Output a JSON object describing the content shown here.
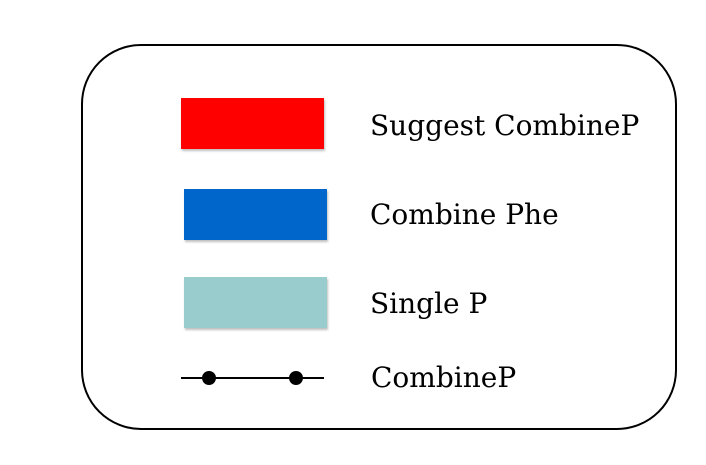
{
  "legend": {
    "items": [
      {
        "label": "Suggest CombineP",
        "swatch": "rect",
        "color": "#ff0000"
      },
      {
        "label": "Combine Phe",
        "swatch": "rect",
        "color": "#0066cc"
      },
      {
        "label": "Single P",
        "swatch": "rect",
        "color": "#99cccc"
      },
      {
        "label": "CombineP",
        "swatch": "line-with-dot-markers",
        "color": "#000000"
      }
    ]
  }
}
